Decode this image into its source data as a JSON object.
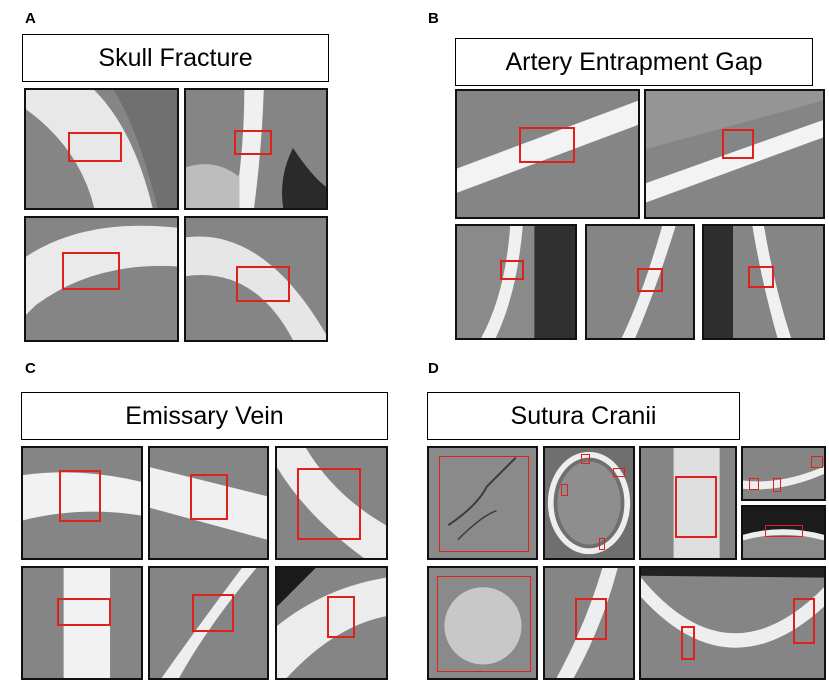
{
  "figure": {
    "panels": [
      {
        "letter": "A",
        "title": "Skull Fracture"
      },
      {
        "letter": "B",
        "title": "Artery Entrapment Gap"
      },
      {
        "letter": "C",
        "title": "Emissary Vein"
      },
      {
        "letter": "D",
        "title": "Sutura Cranii"
      }
    ],
    "colors": {
      "roi_box": "#e0201a",
      "ct_background": "#7f7f7f",
      "bone": "#f2f2f2",
      "tile_border": "#111111"
    }
  }
}
